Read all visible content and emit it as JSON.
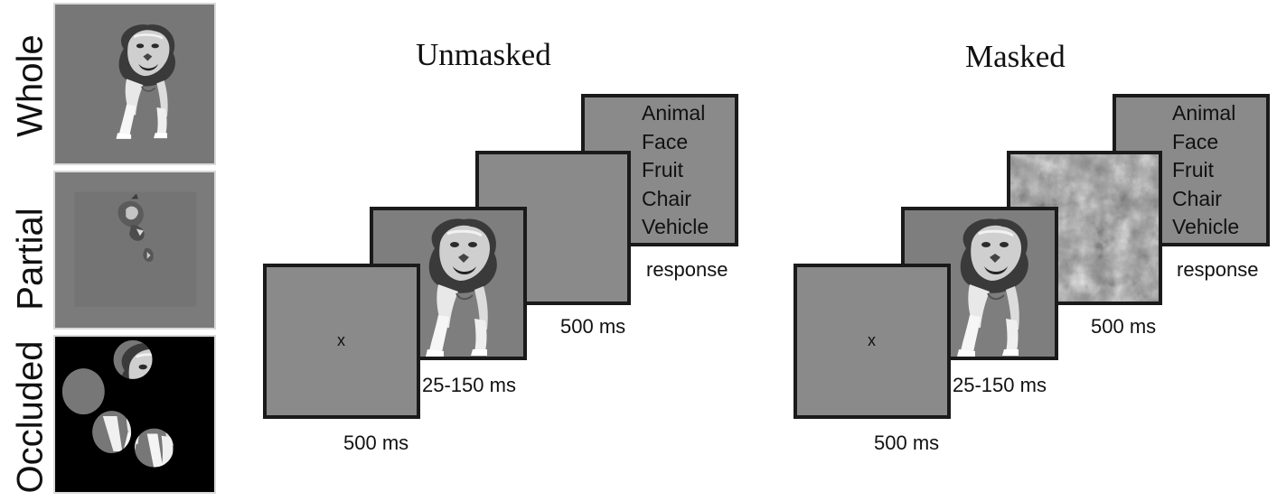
{
  "conditions": [
    {
      "label": "Whole"
    },
    {
      "label": "Partial"
    },
    {
      "label": "Occluded"
    }
  ],
  "panels": [
    {
      "title": "Unmasked",
      "fixation": "x",
      "durations": {
        "fixation": "500 ms",
        "stimulus": "25-150 ms",
        "post": "500 ms",
        "response": "response"
      },
      "choices": [
        "Animal",
        "Face",
        "Fruit",
        "Chair",
        "Vehicle"
      ]
    },
    {
      "title": "Masked",
      "fixation": "x",
      "durations": {
        "fixation": "500 ms",
        "stimulus": "25-150 ms",
        "post": "500 ms",
        "response": "response"
      },
      "choices": [
        "Animal",
        "Face",
        "Fruit",
        "Chair",
        "Vehicle"
      ]
    }
  ],
  "colors": {
    "frame_gray": "#8a8a8a",
    "stimulus_gray": "#7e7e7e",
    "thumb_gray": "#777777",
    "occluded_bg": "#000000",
    "border": "#1a1a1a"
  }
}
